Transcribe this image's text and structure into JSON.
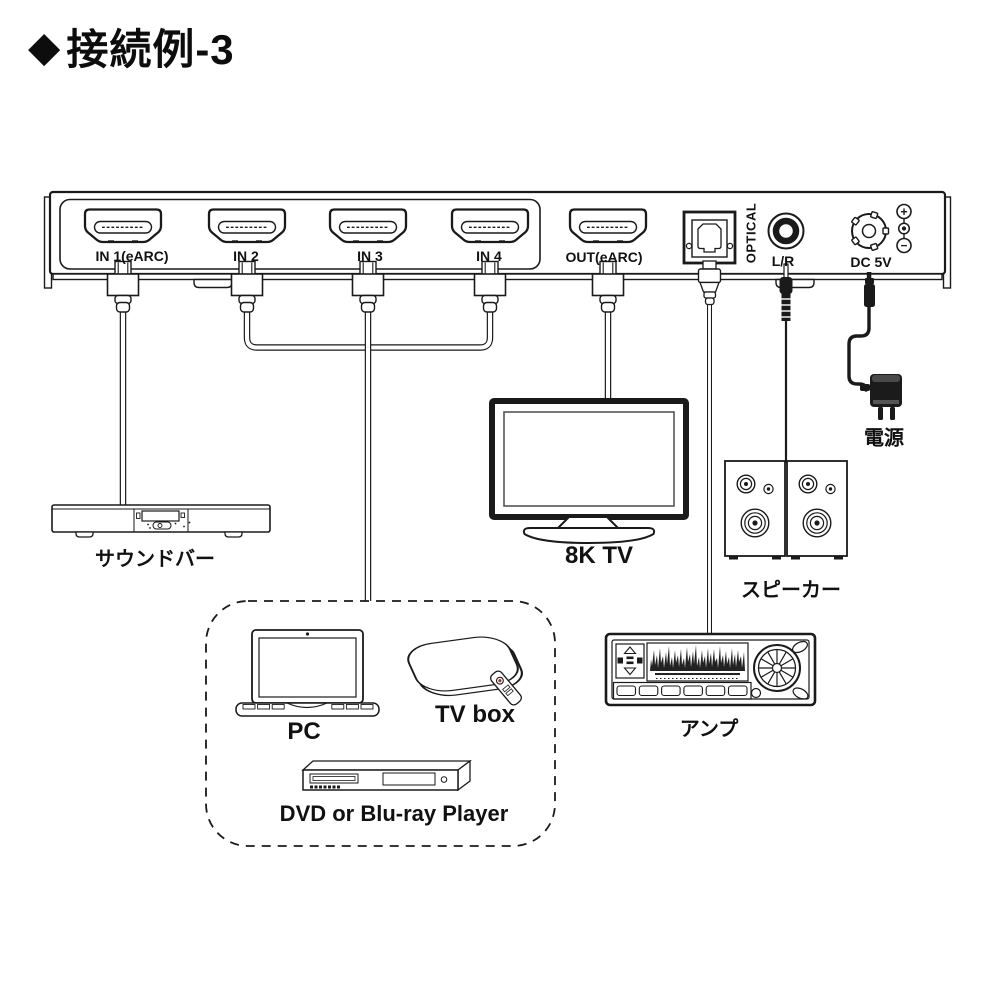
{
  "title": {
    "bullet": "◆",
    "text": "接続例-3"
  },
  "panel": {
    "ports": [
      {
        "label": "IN 1(eARC)"
      },
      {
        "label": "IN 2"
      },
      {
        "label": "IN 3"
      },
      {
        "label": "IN 4"
      },
      {
        "label": "OUT(eARC)"
      }
    ],
    "optical_label": "OPTICAL",
    "lr_label": "L/R",
    "dc_label": "DC 5V",
    "polarity": {
      "plus": "+",
      "minus": "−"
    }
  },
  "devices": {
    "soundbar": {
      "label": "サウンドバー"
    },
    "tv": {
      "label": "8K TV"
    },
    "speakers": {
      "label": "スピーカー"
    },
    "power": {
      "label": "電源"
    },
    "amp": {
      "label": "アンプ"
    },
    "sources": {
      "pc": {
        "label": "PC"
      },
      "tv_box": {
        "label": "TV box"
      },
      "dvd": {
        "label": "DVD or Blu-ray Player"
      }
    }
  },
  "colors": {
    "line": "#1a1a1a",
    "background": "#ffffff",
    "remote_button_red": "#b03030"
  }
}
